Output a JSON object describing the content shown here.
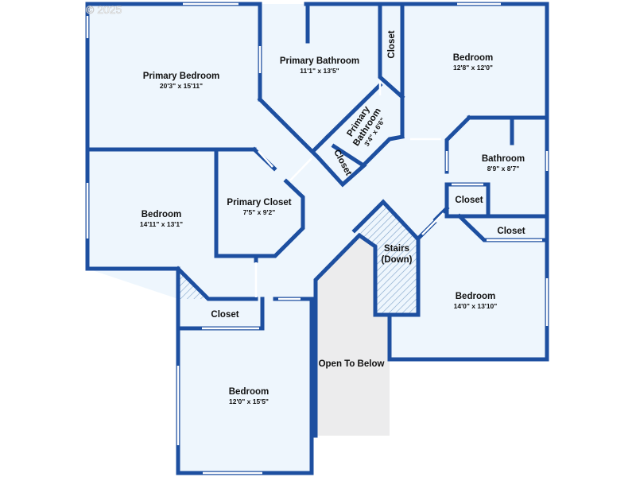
{
  "copyright": "© 2025",
  "rooms": {
    "primary_bedroom": {
      "name": "Primary Bedroom",
      "dims": "20'3\" x 15'11\""
    },
    "primary_bathroom": {
      "name": "Primary Bathroom",
      "dims": "11'1\" x 13'5\""
    },
    "primary_bathroom_small": {
      "name_line1": "Primary",
      "name_line2": "Bathroom",
      "dims": "3'4\" x 6'6\""
    },
    "closet_top": {
      "name": "Closet"
    },
    "bedroom_ne": {
      "name": "Bedroom",
      "dims": "12'8\" x 12'0\""
    },
    "closet_diag": {
      "name": "Closet"
    },
    "bathroom": {
      "name": "Bathroom",
      "dims": "8'9\" x 8'7\""
    },
    "closet_small": {
      "name": "Closet"
    },
    "closet_right": {
      "name": "Closet"
    },
    "bedroom_w": {
      "name": "Bedroom",
      "dims": "14'11\" x 13'1\""
    },
    "primary_closet": {
      "name": "Primary Closet",
      "dims": "7'5\" x 9'2\""
    },
    "stairs": {
      "line1": "Stairs",
      "line2": "(Down)"
    },
    "bedroom_e": {
      "name": "Bedroom",
      "dims": "14'0\" x 13'10\""
    },
    "closet_sw": {
      "name": "Closet"
    },
    "open_below": {
      "name": "Open To Below"
    },
    "bedroom_sw": {
      "name": "Bedroom",
      "dims": "12'0\" x 15'5\""
    }
  }
}
